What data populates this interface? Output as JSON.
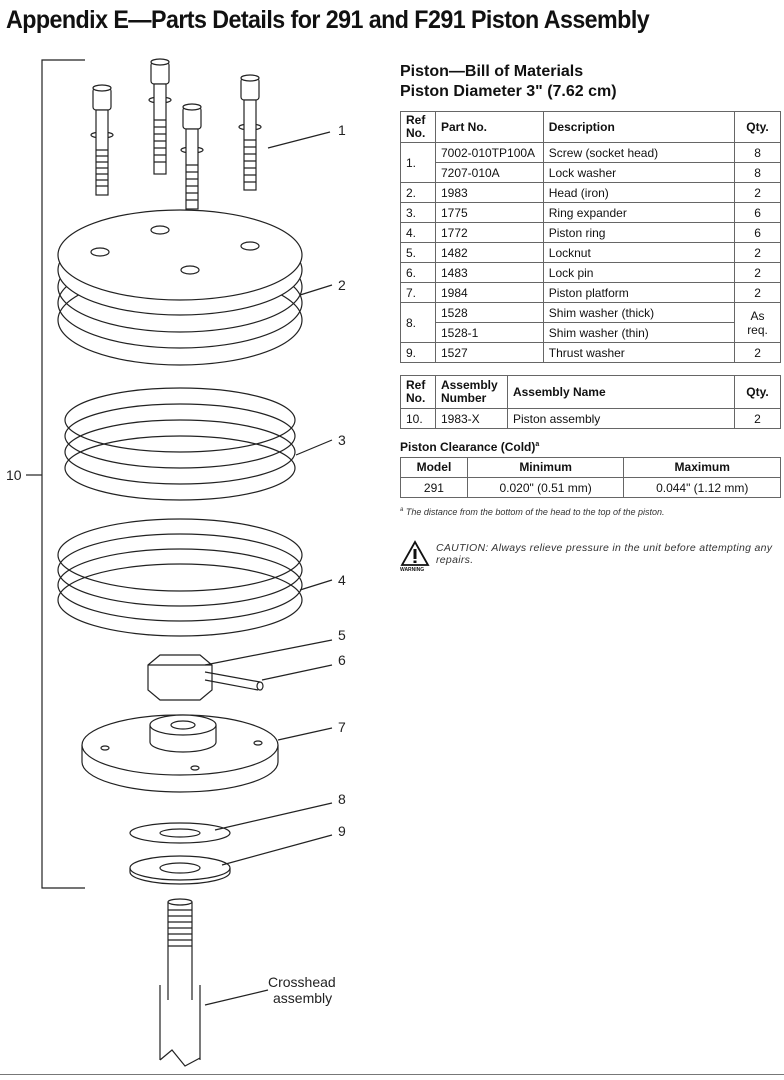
{
  "title": "Appendix E—Parts Details for 291 and F291 Piston Assembly",
  "diagram": {
    "callouts": [
      "1",
      "2",
      "3",
      "4",
      "5",
      "6",
      "7",
      "8",
      "9",
      "10"
    ],
    "crosshead_line1": "Crosshead",
    "crosshead_line2": "assembly"
  },
  "bom": {
    "title1": "Piston—Bill of Materials",
    "title2": "Piston Diameter 3\" (7.62 cm)",
    "headers": {
      "ref_line1": "Ref",
      "ref_line2": "No.",
      "part": "Part No.",
      "desc": "Description",
      "qty": "Qty."
    },
    "rows": [
      {
        "ref": "1.",
        "part": "7002-010TP100A",
        "desc": "Screw (socket head)",
        "qty": "8"
      },
      {
        "part": "7207-010A",
        "desc": "Lock washer",
        "qty": "8"
      },
      {
        "ref": "2.",
        "part": "1983",
        "desc": "Head (iron)",
        "qty": "2"
      },
      {
        "ref": "3.",
        "part": "1775",
        "desc": "Ring expander",
        "qty": "6"
      },
      {
        "ref": "4.",
        "part": "1772",
        "desc": "Piston ring",
        "qty": "6"
      },
      {
        "ref": "5.",
        "part": "1482",
        "desc": "Locknut",
        "qty": "2"
      },
      {
        "ref": "6.",
        "part": "1483",
        "desc": "Lock pin",
        "qty": "2"
      },
      {
        "ref": "7.",
        "part": "1984",
        "desc": "Piston platform",
        "qty": "2"
      },
      {
        "ref": "8.",
        "part": "1528",
        "desc": "Shim washer (thick)",
        "qty_line1": "As",
        "qty_line2": "req."
      },
      {
        "part": "1528-1",
        "desc": "Shim washer (thin)"
      },
      {
        "ref": "9.",
        "part": "1527",
        "desc": "Thrust washer",
        "qty": "2"
      }
    ]
  },
  "assembly": {
    "headers": {
      "ref_line1": "Ref",
      "ref_line2": "No.",
      "num_line1": "Assembly",
      "num_line2": "Number",
      "name": "Assembly Name",
      "qty": "Qty."
    },
    "row": {
      "ref": "10.",
      "number": "1983-X",
      "name": "Piston assembly",
      "qty": "2"
    }
  },
  "clearance": {
    "title": "Piston Clearance (Cold)",
    "title_sup": "a",
    "headers": {
      "model": "Model",
      "min": "Minimum",
      "max": "Maximum"
    },
    "row": {
      "model": "291",
      "min": "0.020\" (0.51 mm)",
      "max": "0.044\" (1.12 mm)"
    }
  },
  "footnote": {
    "sup": "a",
    "text": " The distance from the bottom of the head to the top of the piston."
  },
  "caution": {
    "text": "CAUTION: Always relieve pressure in the unit before attempting any repairs.",
    "warning_label": "WARNING"
  }
}
